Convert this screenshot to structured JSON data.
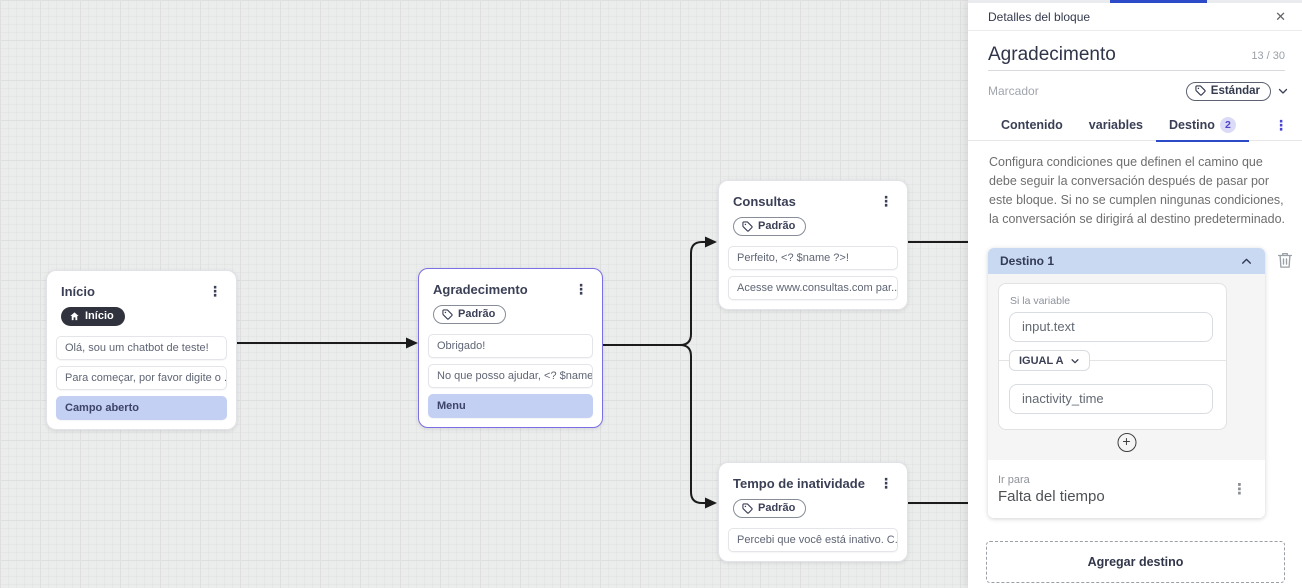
{
  "icons": {
    "kebab": "⋮",
    "close": "✕",
    "plus": "+"
  },
  "canvas": {
    "nodes": [
      {
        "title": "Início",
        "badge_label": "Início",
        "rows": [
          "Olá, sou um chatbot de teste!",
          "Para começar, por favor digite o ...",
          "Campo aberto"
        ]
      },
      {
        "title": "Agradecimento",
        "badge_label": "Padrão",
        "rows": [
          "Obrigado!",
          "No que posso ajudar, <? $name ...",
          "Menu"
        ]
      },
      {
        "title": "Consultas",
        "badge_label": "Padrão",
        "rows": [
          "Perfeito, <? $name ?>!",
          "Acesse www.consultas.com par..."
        ]
      },
      {
        "title": "Tempo de inatividade",
        "badge_label": "Padrão",
        "rows": [
          "Percebi que você está inativo. C..."
        ]
      }
    ]
  },
  "panel": {
    "header": {
      "title": "Detalles del bloque"
    },
    "block": {
      "name": "Agradecimento",
      "counter": "13 / 30"
    },
    "marcador": {
      "label": "Marcador",
      "tag_label": "Estándar"
    },
    "tabs": [
      {
        "label": "Contenido"
      },
      {
        "label": "variables"
      },
      {
        "label": "Destino",
        "badge": "2"
      }
    ],
    "description": "Configura condiciones que definen el camino que debe seguir la conversación después de pasar por este bloque. Si no se cumplen ningunas condiciones, la conversación se dirigirá al destino predeterminado.",
    "destino": {
      "title": "Destino 1",
      "condition_label": "Si la variable",
      "variable_value": "input.text",
      "operator": "IGUAL A",
      "value": "inactivity_time",
      "goto_label": "Ir para",
      "goto_value": "Falta del tiempo"
    },
    "add_destination_label": "Agregar destino"
  },
  "colors": {
    "accent_blue": "#2d4bc8",
    "selected_node_border": "#7b6fe4",
    "highlight_row_bg": "#c3cff3",
    "destino_header_bg": "#c9d9f2"
  }
}
